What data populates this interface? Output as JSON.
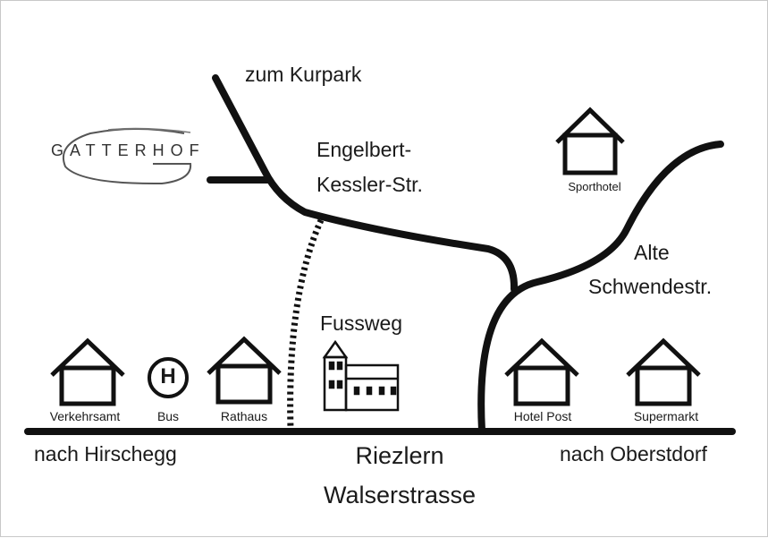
{
  "roads": {
    "to_kurpark": "zum Kurpark",
    "engelbert": [
      "Engelbert-",
      "Kessler-Str."
    ],
    "alte": [
      "Alte",
      "Schwendestr."
    ],
    "footpath": "Fussweg",
    "main_street": [
      "Riezlern",
      "Walserstrasse"
    ],
    "direction_left": "nach Hirschegg",
    "direction_right": "nach Oberstdorf"
  },
  "hotel_logo": "GATTERHOF",
  "bus_symbol": "H",
  "places": {
    "verkehrsamt": "Verkehrsamt",
    "bus": "Bus",
    "rathaus": "Rathaus",
    "hotel_post": "Hotel Post",
    "supermarkt": "Supermarkt",
    "sporthotel": "Sporthotel"
  },
  "icons": [
    "house-icon",
    "bus-stop-icon",
    "church-icon",
    "hotel-logo-icon"
  ]
}
